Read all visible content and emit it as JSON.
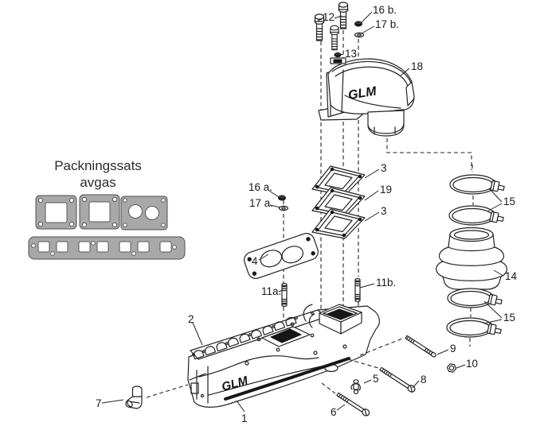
{
  "kit": {
    "title_line1": "Packningssats",
    "title_line2": "avgas"
  },
  "brand": {
    "logo": "GLM"
  },
  "colors": {
    "line": "#222222",
    "gasket_gray": "#a8a8a8",
    "dark_fill": "#161616",
    "background": "#ffffff"
  },
  "callouts": {
    "c1": "1",
    "c2": "2",
    "c3_top": "3",
    "c3_bottom": "3",
    "c4": "4",
    "c5": "5",
    "c6": "6",
    "c7": "7",
    "c8": "8",
    "c9": "9",
    "c10": "10",
    "c11a": "11a.",
    "c11b": "11b.",
    "c12": "12",
    "c13": "13",
    "c14": "14",
    "c15_top": "15",
    "c15_bottom": "15",
    "c16a": "16 a.",
    "c16b": "16 b.",
    "c17a": "17 a.",
    "c17b": "17 b.",
    "c18": "18",
    "c19": "19"
  }
}
